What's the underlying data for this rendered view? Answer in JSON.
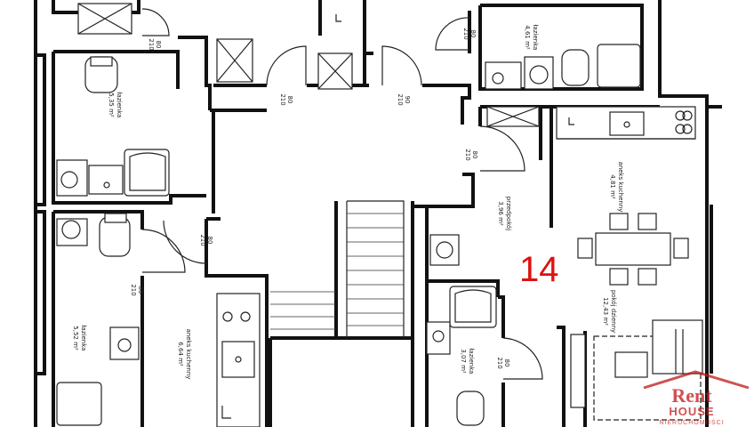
{
  "plan": {
    "unit_number": "14",
    "unit_number_color": "#e01010",
    "rooms": [
      {
        "id": "lazienka-a",
        "name": "łazienka",
        "area": "5,35 m²"
      },
      {
        "id": "lazienka-b",
        "name": "łazienka",
        "area": "4,61 m²"
      },
      {
        "id": "lazienka-c",
        "name": "łazienka",
        "area": "5,52 m²"
      },
      {
        "id": "lazienka-d",
        "name": "łazienka",
        "area": "3,07 m²"
      },
      {
        "id": "aneks-a",
        "name": "aneks kuchenny",
        "area": "6,64 m²"
      },
      {
        "id": "aneks-b",
        "name": "aneks kuchenny",
        "area": "4,81 m²"
      },
      {
        "id": "przedpokoj",
        "name": "przedpokój",
        "area": "3,96 m²"
      },
      {
        "id": "pokoj",
        "name": "pokój dzienny",
        "area": "12,43 m²"
      }
    ],
    "door_labels": [
      {
        "w": "80",
        "h": "210"
      },
      {
        "w": "80",
        "h": "210"
      },
      {
        "w": "90",
        "h": "210"
      },
      {
        "w": "80",
        "h": "210"
      },
      {
        "w": "80",
        "h": "210"
      },
      {
        "w": "80",
        "h": "210"
      },
      {
        "w": "80",
        "h": "210"
      },
      {
        "w": "80",
        "h": "210"
      }
    ]
  },
  "watermark": {
    "line1": "Rent",
    "line2": "HOUSE",
    "line3": "NIERUCHOMOŚCI",
    "color": "#c01818"
  }
}
